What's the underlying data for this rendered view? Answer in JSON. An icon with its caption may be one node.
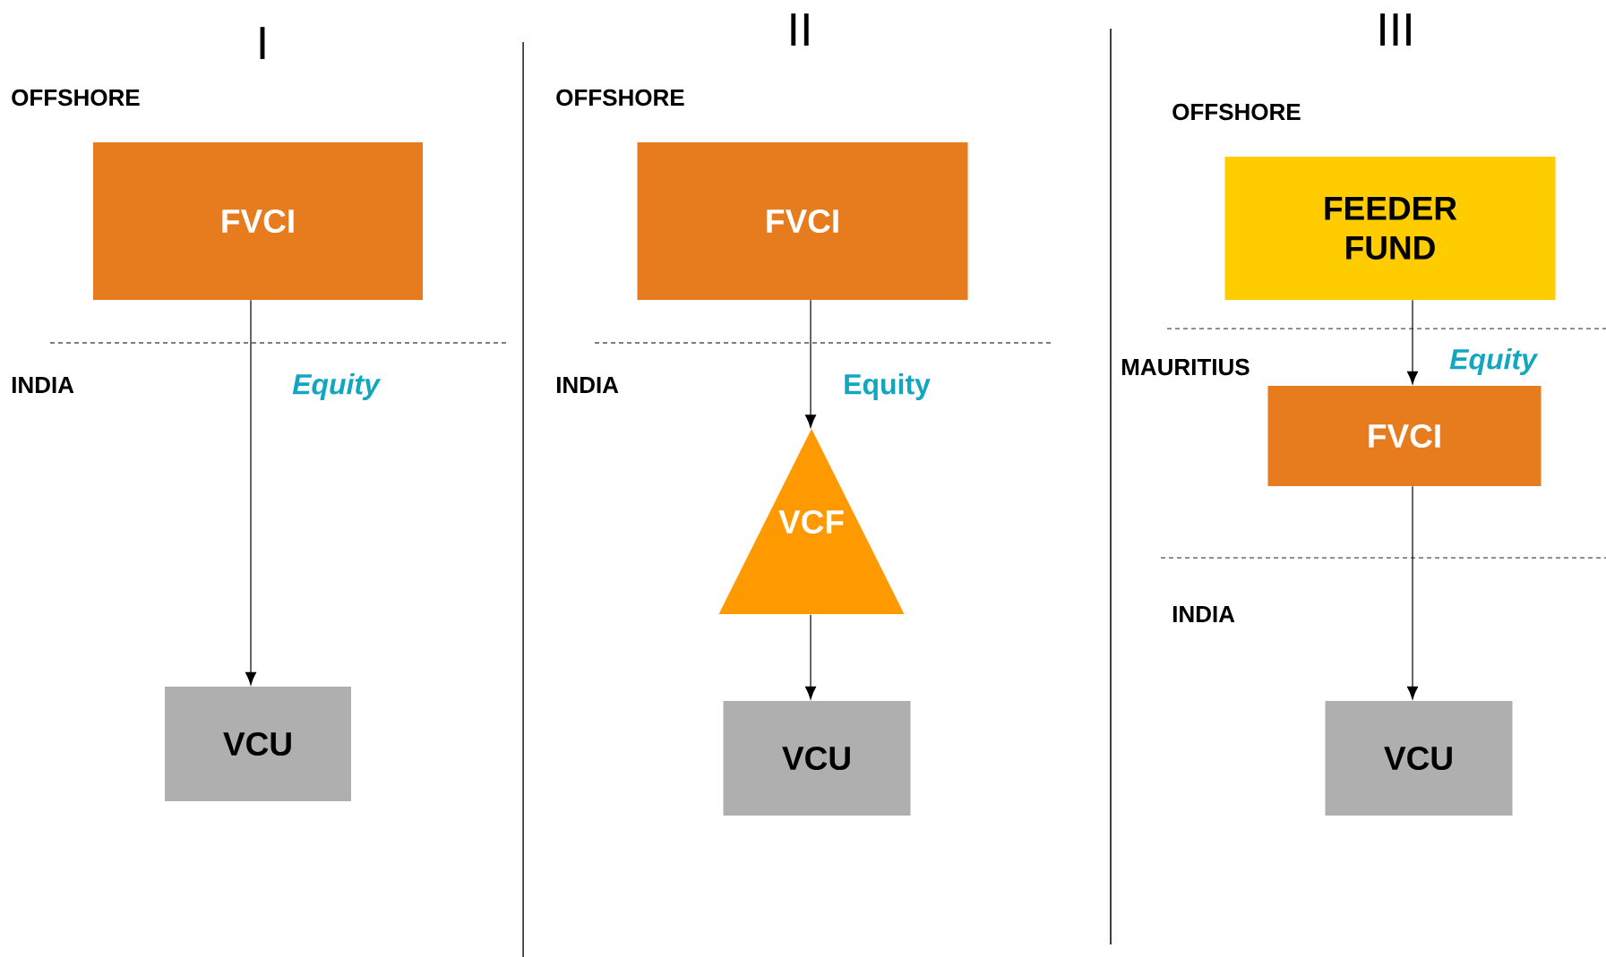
{
  "diagram": {
    "nodes": [
      {
        "text": [
          "FVCI"
        ]
      },
      {
        "text": [
          "VCU"
        ]
      },
      {
        "text": [
          "FVCI"
        ]
      },
      {
        "text": [
          "VCF"
        ]
      },
      {
        "text": [
          "VCU"
        ]
      },
      {
        "text": [
          "FEEDER FUND"
        ]
      },
      {
        "text": [
          "FVCI"
        ]
      },
      {
        "text": [
          "VCU"
        ]
      }
    ],
    "edges": [
      {
        "from": 0,
        "to": 1,
        "arrow": "to",
        "label": "Equity"
      },
      {
        "from": 2,
        "to": 3,
        "arrow": "to",
        "label": "Equity"
      },
      {
        "from": 3,
        "to": 4,
        "arrow": "to"
      },
      {
        "from": 5,
        "to": 6,
        "arrow": "to",
        "label": "Equity"
      },
      {
        "from": 6,
        "to": 7,
        "arrow": "to"
      }
    ],
    "labels": [
      "I",
      "II",
      "III",
      "OFFSHORE",
      "INDIA",
      "OFFSHORE",
      "INDIA",
      "OFFSHORE",
      "MAURITIUS",
      "INDIA"
    ]
  }
}
